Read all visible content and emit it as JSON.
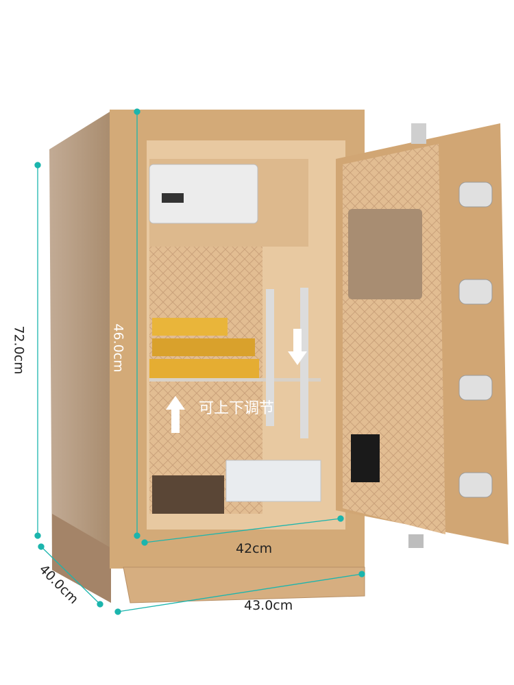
{
  "dimensions": {
    "height_total": "72.0cm",
    "height_inner": "46.0cm",
    "width_inner": "42cm",
    "depth": "40.0cm",
    "width_total": "43.0cm"
  },
  "annotation": "可上下调节",
  "colors": {
    "accent": "#1bb5ad",
    "body": "#d2a877",
    "side": "#b09478",
    "interior": "#e6c49b"
  }
}
